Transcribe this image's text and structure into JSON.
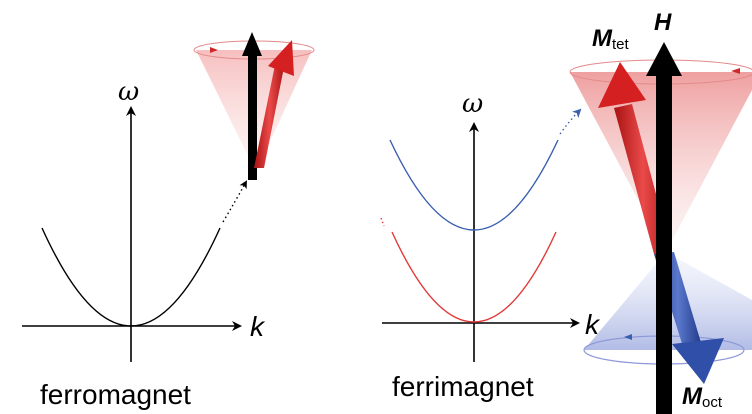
{
  "left_panel": {
    "caption": "ferromagnet",
    "y_axis_label": "ω",
    "x_axis_label": "k"
  },
  "right_panel": {
    "caption": "ferrimagnet",
    "y_axis_label": "ω",
    "x_axis_label": "k",
    "field_label": "H",
    "m_tet_label": {
      "main": "M",
      "sub": "tet"
    },
    "m_oct_label": {
      "main": "M",
      "sub": "oct"
    }
  },
  "colors": {
    "axis": "#000000",
    "ferro_curve": "#000000",
    "acoustic_branch": "#e23a3a",
    "optical_branch": "#3a5fb0",
    "tet_arrow": "#d42020",
    "oct_arrow": "#2f4fa8",
    "field_arrow": "#000000"
  }
}
